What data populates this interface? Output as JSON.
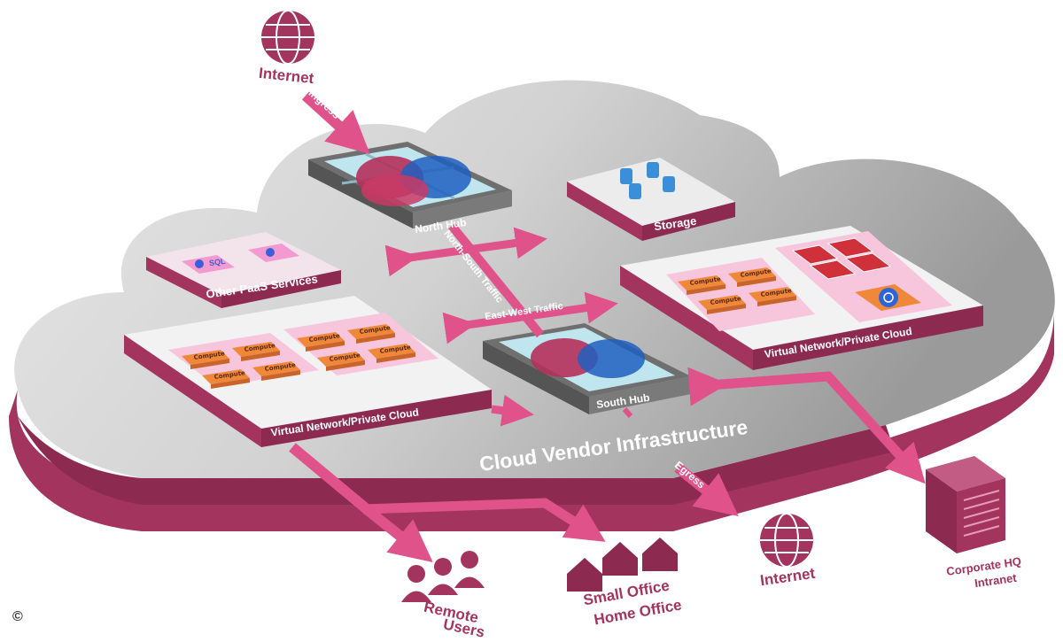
{
  "labels": {
    "internet_top": "Internet",
    "ingress": "Ingress",
    "north_hub": "North Hub",
    "storage": "Storage",
    "north_south": "North-South Traffic",
    "east_west": "East-West Traffic",
    "paas": "Other PaaS Services",
    "sql": "SQL",
    "vnet_left": "Virtual Network/Private Cloud",
    "vnet_right": "Virtual Network/Private Cloud",
    "south_hub": "South Hub",
    "cloud_vendor": "Cloud Vendor Infrastructure",
    "egress": "Egress",
    "remote_users_1": "Remote",
    "remote_users_2": "Users",
    "soho_1": "Small Office",
    "soho_2": "Home Office",
    "internet_bottom": "Internet",
    "corp_1": "Corporate HQ",
    "corp_2": "Intranet",
    "copyright": "©",
    "compute": "Compute"
  },
  "colors": {
    "brand": "#a3345e",
    "arrow": "#e0528a",
    "cloud_top": "#cfcfcf",
    "compute": "#f0883a",
    "pink_panel": "#f7c6dc",
    "hub_light": "#bfe6ef"
  }
}
